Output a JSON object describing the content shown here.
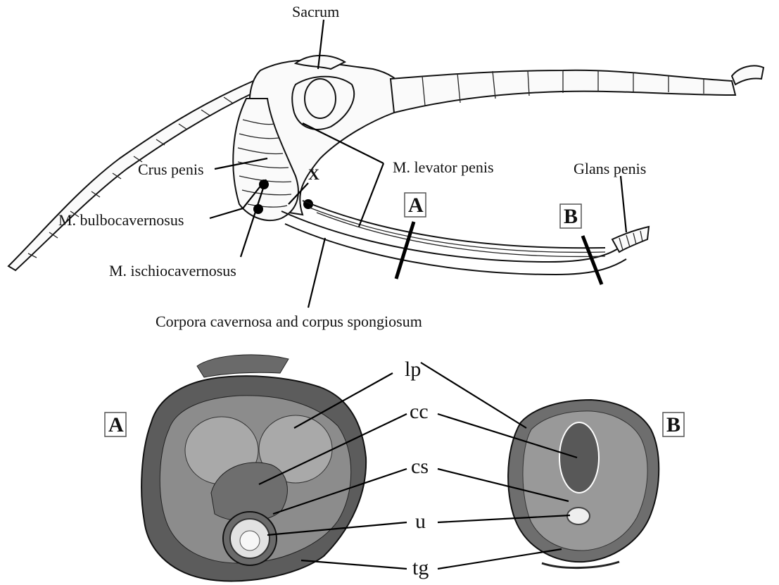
{
  "labels": {
    "sacrum": "Sacrum",
    "crus_penis": "Crus penis",
    "levator_penis": "M. levator penis",
    "glans_penis": "Glans penis",
    "x_marker": "X",
    "bulbocavernosus": "M. bulbocavernosus",
    "ischiocavernosus": "M. ischiocavernosus",
    "corpora": "Corpora cavernosa and corpus spongiosum",
    "section_a": "A",
    "section_b": "B"
  },
  "section_labels": {
    "a": "A",
    "b": "B"
  },
  "abbreviations": {
    "lp": "lp",
    "cc": "cc",
    "cs": "cs",
    "u": "u",
    "tg": "tg"
  }
}
